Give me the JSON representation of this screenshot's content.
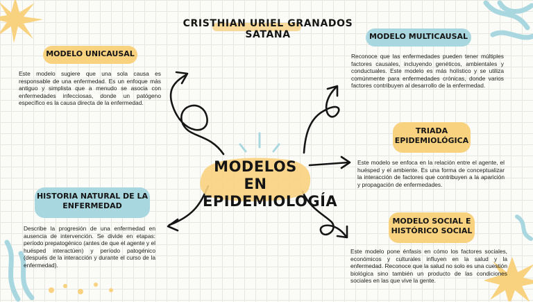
{
  "author": "CRISTHIAN URIEL GRANADOS SATANA",
  "center": {
    "title_line1": "MODELOS EN",
    "title_line2": "EPIDEMIOLOGÍA"
  },
  "nodes": {
    "unicausal": {
      "title": "MODELO UNICAUSAL",
      "text": "Este modelo sugiere que una sola causa es responsable de una enfermedad. Es un enfoque más antiguo y simplista que a menudo se asocia con enfermedades infecciosas, donde un patógeno específico es la causa directa de la enfermedad."
    },
    "historia": {
      "title_line1": "HISTORIA NATURAL DE LA",
      "title_line2": "ENFERMEDAD",
      "text": "Describe la progresión de una enfermedad en ausencia de intervención. Se divide en etapas: período prepatogénico (antes de que el agente y el huésped interactúen) y período patogénico (después de la interacción y durante el curso de la enfermedad)."
    },
    "multicausal": {
      "title": "MODELO MULTICAUSAL",
      "text": "Reconoce que las enfermedades pueden tener múltiples factores causales, incluyendo genéticos, ambientales y conductuales. Este modelo es más holístico y se utiliza comúnmente para enfermedades crónicas, donde varios factores contribuyen al desarrollo de la enfermedad."
    },
    "triada": {
      "title_line1": "TRIADA",
      "title_line2": "EPIDEMIOLÓGICA",
      "text": "Este modelo se enfoca en la relación entre el agente, el huésped y el ambiente. Es una forma de conceptualizar la interacción de factores que contribuyen a la aparición y propagación de enfermedades."
    },
    "social": {
      "title_line1": "MODELO SOCIAL E",
      "title_line2": "HISTÓRICO SOCIAL",
      "text": "Este modelo pone énfasis en cómo los factores sociales, económicos y culturales influyen en la salud y la enfermedad. Reconoce que la salud no solo es una cuestión biológica sino también un producto de las condiciones sociales en las que vive la gente."
    }
  },
  "colors": {
    "yellow": "#f9d27f",
    "blue": "#a9d7e0",
    "ink": "#151515"
  }
}
